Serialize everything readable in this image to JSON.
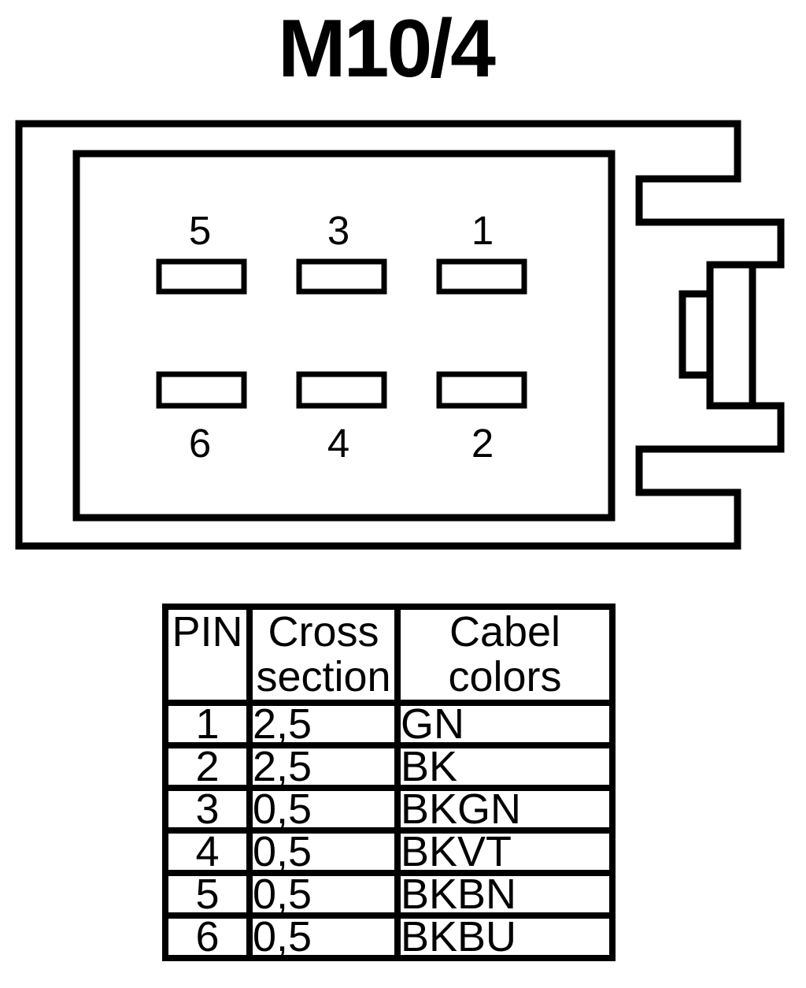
{
  "title": "M10/4",
  "connector": {
    "pins": [
      "5",
      "3",
      "1",
      "6",
      "4",
      "2"
    ]
  },
  "table": {
    "headers": {
      "pin": "PIN",
      "cross": "Cross section",
      "colors": "Cabel colors"
    },
    "rows": [
      {
        "pin": "1",
        "cross": "2,5",
        "color": "GN"
      },
      {
        "pin": "2",
        "cross": "2,5",
        "color": "BK"
      },
      {
        "pin": "3",
        "cross": "0,5",
        "color": "BKGN"
      },
      {
        "pin": "4",
        "cross": "0,5",
        "color": "BKVT"
      },
      {
        "pin": "5",
        "cross": "0,5",
        "color": "BKBN"
      },
      {
        "pin": "6",
        "cross": "0,5",
        "color": "BKBU"
      }
    ]
  },
  "colors": {
    "line": "#000000",
    "background": "#ffffff"
  }
}
